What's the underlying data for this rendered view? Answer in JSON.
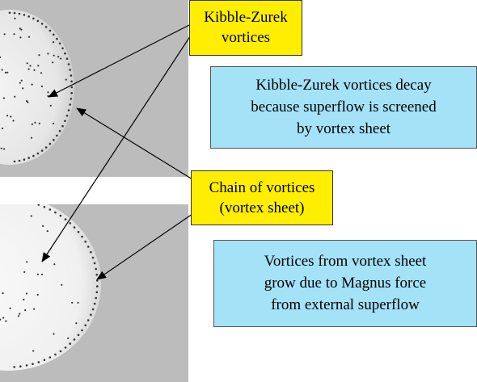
{
  "labels": {
    "kibble_zurek": [
      "Kibble-Zurek",
      "vortices"
    ],
    "chain": [
      "Chain of vortices",
      "(vortex sheet)"
    ]
  },
  "notes": {
    "top": [
      "Kibble-Zurek vortices decay",
      "because superflow is screened",
      "by vortex sheet"
    ],
    "bottom": [
      "Vortices from vortex sheet",
      "grow due to Magnus force",
      "from external superflow"
    ]
  },
  "colors": {
    "label_fill": "#ffee00",
    "note_fill": "#a4e2f7",
    "panel_background": "#bdbdbd",
    "disk_fill": "#eeeeee",
    "vortex_dot": "#333333"
  }
}
